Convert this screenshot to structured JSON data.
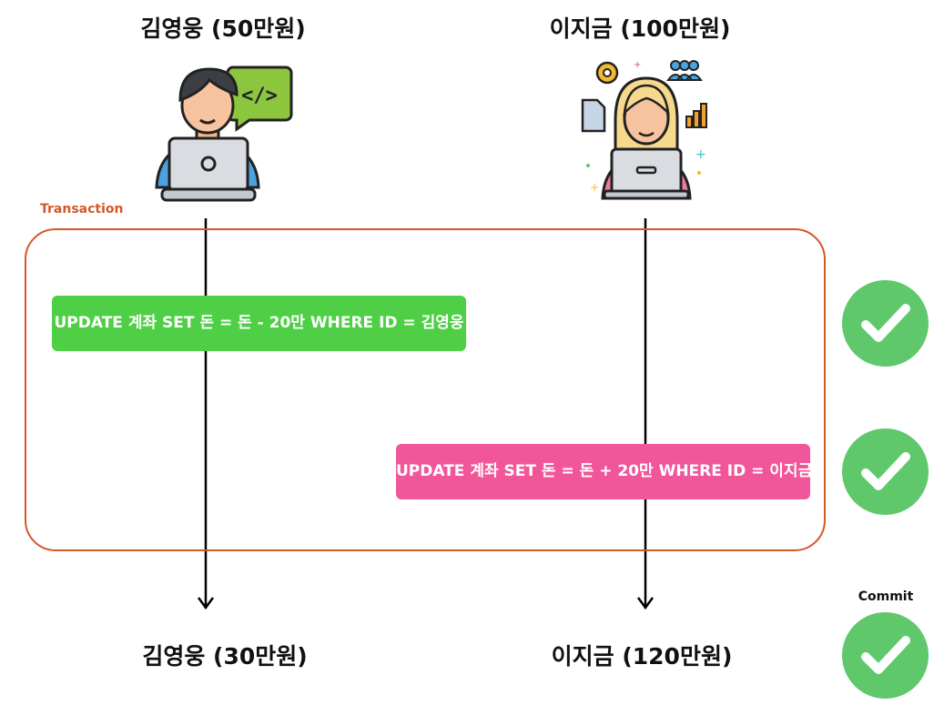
{
  "users": {
    "left": {
      "title": "김영웅 (50만원)",
      "result": "김영웅 (30만원)",
      "code_bubble": "</>"
    },
    "right": {
      "title": "이지금 (100만원)",
      "result": "이지금 (120만원)"
    }
  },
  "transaction": {
    "label": "Transaction",
    "statements": [
      {
        "text": "UPDATE 계좌 SET 돈 = 돈 - 20만 WHERE ID = 김영웅",
        "color": "#4fcf45"
      },
      {
        "text": "UPDATE 계좌 SET 돈 = 돈 + 20만 WHERE ID = 이지금",
        "color": "#f1569a"
      }
    ]
  },
  "commit": {
    "label": "Commit"
  },
  "colors": {
    "transaction_border": "#d4572a",
    "check": "#5ec86b"
  },
  "icons": [
    "laptop-developer-icon",
    "code-speech-bubble-icon",
    "laptop-woman-icon",
    "gear-icon",
    "users-icon",
    "document-icon",
    "bar-chart-icon",
    "checkmark-icon",
    "arrow-down-icon"
  ]
}
